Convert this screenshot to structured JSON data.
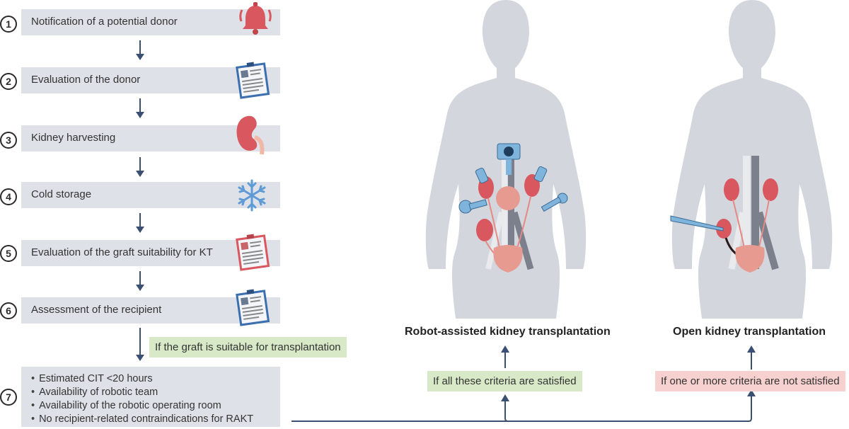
{
  "steps": [
    {
      "num": "1",
      "label": "Notification of a potential donor",
      "icon": "alarm-bell-icon"
    },
    {
      "num": "2",
      "label": "Evaluation of the donor",
      "icon": "clipboard-icon"
    },
    {
      "num": "3",
      "label": "Kidney harvesting",
      "icon": "kidney-icon"
    },
    {
      "num": "4",
      "label": "Cold storage",
      "icon": "snowflake-icon"
    },
    {
      "num": "5",
      "label": "Evaluation of the graft suitability for KT",
      "icon": "clipboard-red-icon"
    },
    {
      "num": "6",
      "label": "Assessment of the recipient",
      "icon": "clipboard-icon"
    }
  ],
  "suitable_note": "If the graft is suitable for transplantation",
  "criteria": {
    "num": "7",
    "items": [
      "Estimated CIT <20 hours",
      "Availability of robotic team",
      "Availability of the robotic operating room",
      "No recipient-related contraindications for RAKT"
    ]
  },
  "outcomes": {
    "robot": {
      "title": "Robot-assisted kidney transplantation",
      "condition": "If all these criteria are satisfied"
    },
    "open": {
      "title": "Open kidney transplantation",
      "condition": "If one or more criteria are not satisfied"
    }
  },
  "colors": {
    "step_box": "#dfe1e8",
    "arrow": "#3b4f72",
    "green_box": "#d8e9c8",
    "red_box": "#f6d1cf",
    "body_silhouette": "#d3d6dd",
    "kidney": "#d9575e",
    "instrument_blue": "#7fb4dc"
  }
}
